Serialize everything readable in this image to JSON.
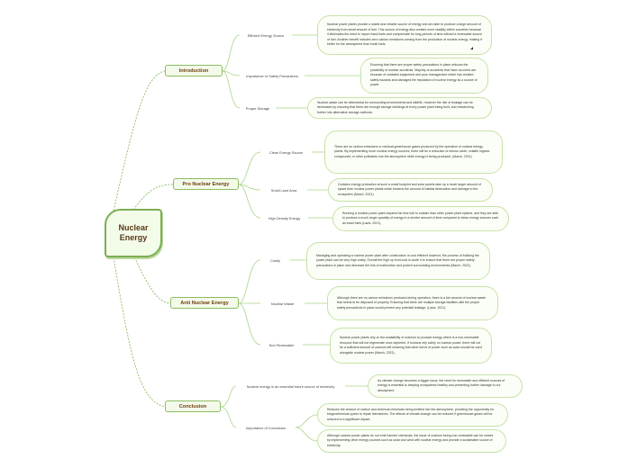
{
  "root": {
    "title": "Nuclear Energy"
  },
  "branches": [
    {
      "label": "Introduction",
      "children": [
        {
          "label": "Efficient Energy Source",
          "text": "Nuclear power plants provide a stable and reliable source of energy and are able to produce a large amount of electricity from small amount of fuel. This source of energy also creates more stability within countries because it eliminates the need to import fossil fuels and compensate for long periods of time without a renewable source of fuel. Another benefit includes zero carbon emissions coming from the production of nuclear energy, making it better for the atmosphere than fossil fuels."
        },
        {
          "label": "Importance of Safety Precautions",
          "text": "Ensuring that there are proper safety precautions in place reduces the possibility of nuclear accidents. Majority of accidents that have occurred are because of outdated equipment and poor management which has created safety hazards and damaged the reputation of nuclear energy as a source of power."
        },
        {
          "label": "Proper Storage",
          "text": "Nuclear waste can be detrimental for surrounding environments and wildlife, however the risk of leakage can be decreased by ensuring that there are enough storage buildings at every power plant being built, and researching further into alternative storage methods."
        }
      ]
    },
    {
      "label": "Pro Nuclear Energy",
      "children": [
        {
          "label": "Clean Energy Source",
          "text": "There are no carbon emissions or residual greenhouse gases produced by the operation of nuclear energy plants. By implementing more nuclear energy sources, there will be a reduction of nitrous oxide, volatile organic compounds, or other pollutants into the atmosphere while energy is being produced. (March, 2021)"
        },
        {
          "label": "Small Land Area",
          "text": "Contains energy production at such a small footprint and solar panels take up a much larger amount of space than nuclear power plants which lessens the amount of habitat destruction and damage to the ecosystem (March, 2021)."
        },
        {
          "label": "High Density Energy",
          "text": "Running a nuclear power plant required far less fuel to sustain than other power plant options, and they are able to produce a much larger quantity of energy in a shorter amount of time compared to clean energy sources such as fossil fuels (Laws, 2021)."
        }
      ]
    },
    {
      "label": "Anti Nuclear Energy",
      "children": [
        {
          "label": "Costly",
          "text": "Managing and operating a nuclear power plant after construction is cost efficient however, the process of building the power plant can be very high costly. Overall the high up front cost is worth it to ensure that there are proper safety precautions in place and decrease the risk of malfunction and protect surrounding environments (March, 2021)."
        },
        {
          "label": "Nuclear Waste",
          "text": "Although there are no carbon emissions produced during operation, there is a fair amount of nuclear waste that needs to be disposed of properly. Ensuring that there are multiple storage facilities with the proper safety precautions in place would prevent any potential leakage. (Laws, 2021)"
        },
        {
          "label": "Non Renewable",
          "text": "Nuclear power plants rely on the availability of uranium to produce energy which is a non-renewable resource that will not regenerate once depleted. If humans rely solely on nuclear power, there will not be a sufficient amount of uranium left meaning that other forms of power such as solar should be used alongside nuclear power (March, 2021)."
        }
      ]
    },
    {
      "label": "Conclusion",
      "children": [
        {
          "label": "Nuclear energy is an essential future source of electricity",
          "text": "As climate change becomes a bigger issue, the need for renewable and efficient sources of energy is essential to keeping ecosystems healthy and preventing further damage to our atmosphere."
        },
        {
          "label": "Importance of Conclusion",
          "texts": [
            "Reduces the amount of carbon and chemical chemicals being emitted into the atmosphere, providing the opportunity for biogeochemical cycles to repair themselves. The effects of climate change can be reduced if greenhouse gases will be reduced to a significant impact.",
            "Although nuclear power plants do not emit harmful chemicals, the issue of uranium being non-renewable can be solved by implementing other energy sources such as solar and wind with nuclear energy and provide a sustainable source of electricity."
          ]
        }
      ]
    }
  ]
}
